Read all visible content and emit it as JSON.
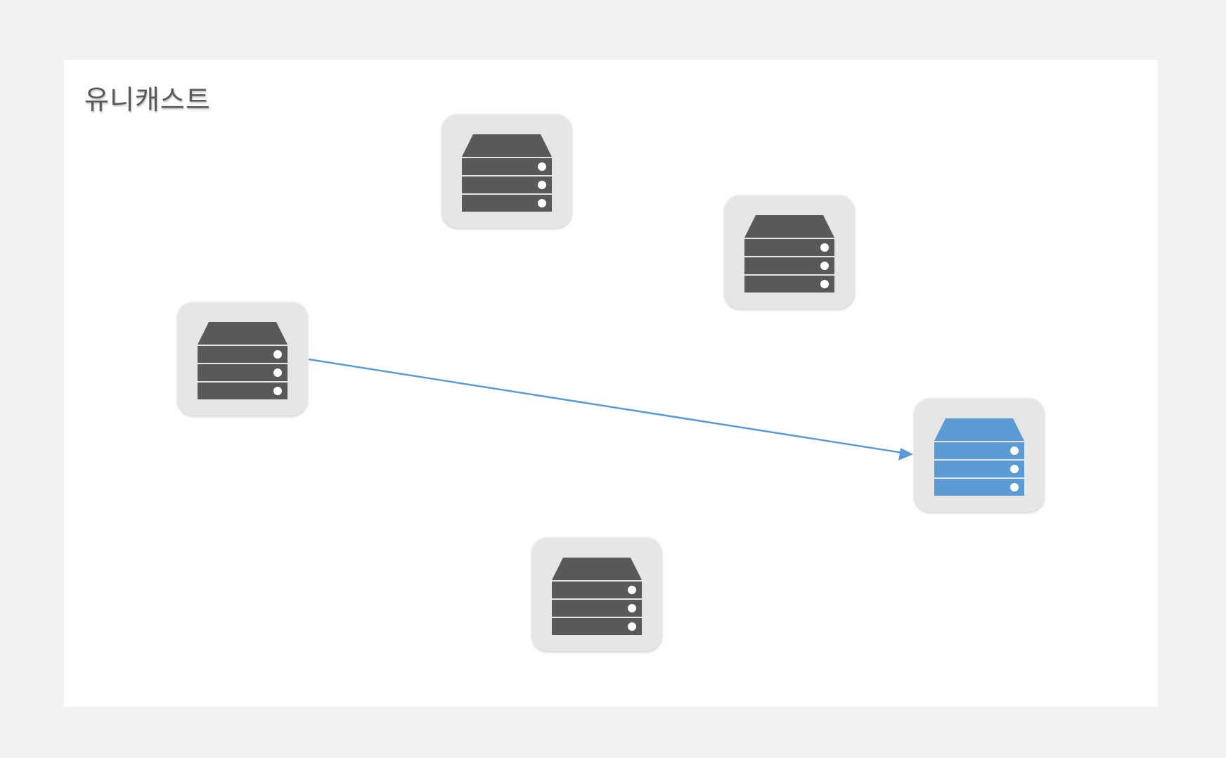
{
  "title": "유니캐스트",
  "colors": {
    "page_background": "#f2f2f2",
    "slide_background": "#ffffff",
    "node_background": "#e6e6e6",
    "server_default": "#595959",
    "server_highlight": "#5b9bd5",
    "arrow": "#5b9bd5",
    "title_text": "#595959"
  },
  "icons": {
    "server": "server-icon",
    "arrowhead": "arrowhead-icon"
  },
  "nodes": [
    {
      "id": "top-center",
      "highlighted": false
    },
    {
      "id": "upper-right",
      "highlighted": false
    },
    {
      "id": "left",
      "highlighted": false,
      "role": "sender"
    },
    {
      "id": "right",
      "highlighted": true,
      "role": "receiver"
    },
    {
      "id": "bottom",
      "highlighted": false
    }
  ],
  "connections": [
    {
      "from": "left",
      "to": "right",
      "directed": true
    }
  ]
}
